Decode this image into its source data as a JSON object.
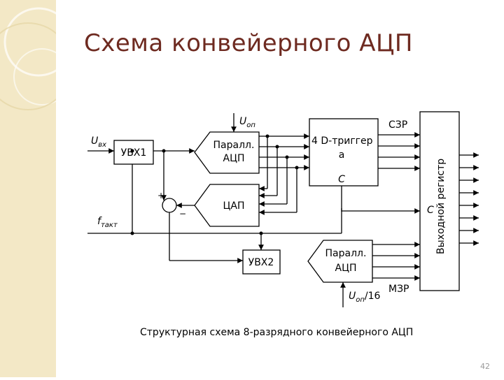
{
  "slide": {
    "title": "Схема конвейерного АЦП",
    "caption": "Структурная схема 8-разрядного конвейерного АЦП",
    "page_number": "42"
  },
  "diagram": {
    "uvx1": "УВХ1",
    "uvx2": "УВХ2",
    "adc1_line1": "Паралл.",
    "adc1_line2": "АЦП",
    "dac": "ЦАП",
    "adc2_line1": "Паралл.",
    "adc2_line2": "АЦП",
    "trigger_line1": "4 D-триггер",
    "trigger_line2": "а",
    "trigger_clock": "С",
    "register_label": "Выходной регистр",
    "register_clock": "С",
    "u_in_main": "U",
    "u_in_sub": "вх",
    "f_main": "f",
    "f_sub": "такт",
    "uop_main": "U",
    "uop_sub": "оп",
    "uop2_main": "U",
    "uop2_sub": "оп",
    "uop2_suffix": "/16",
    "msb_label": "СЗР",
    "lsb_label": "МЗР",
    "plus_sign": "+",
    "minus_sign": "−"
  }
}
